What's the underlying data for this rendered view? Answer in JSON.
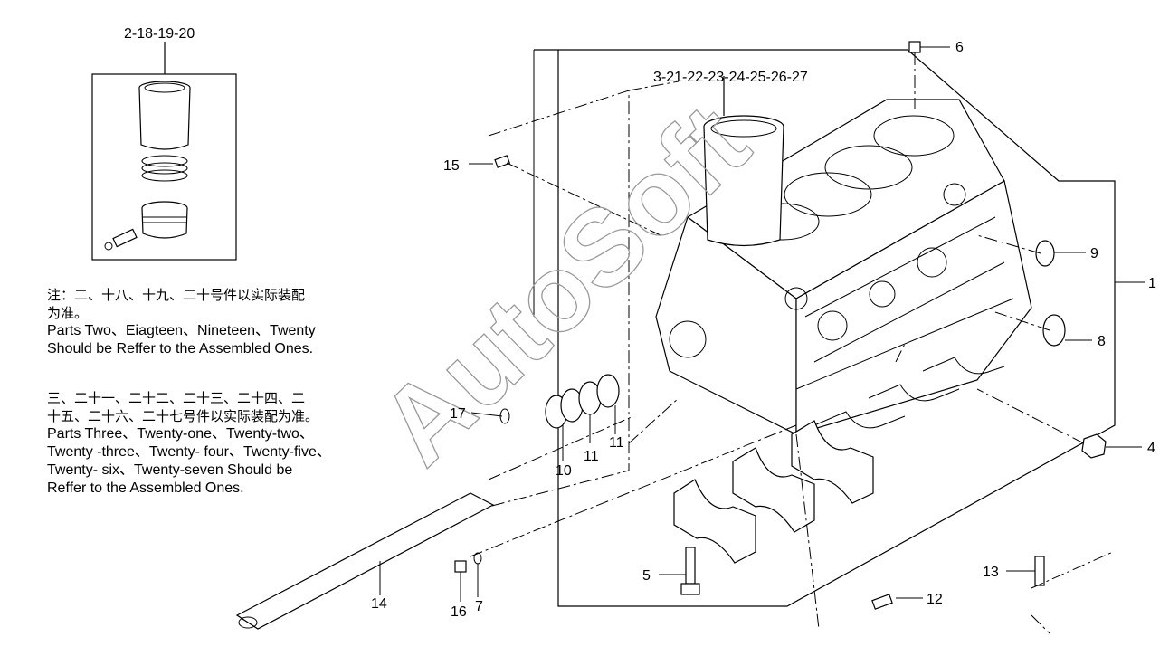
{
  "watermark": "AutoSoft",
  "callouts": {
    "c1": "1",
    "c2_18_19_20": "2-18-19-20",
    "c3_27": "3-21-22-23-24-25-26-27",
    "c4": "4",
    "c5": "5",
    "c6": "6",
    "c7": "7",
    "c8": "8",
    "c9": "9",
    "c10": "10",
    "c11a": "11",
    "c11b": "11",
    "c12": "12",
    "c13": "13",
    "c14": "14",
    "c15": "15",
    "c16": "16",
    "c17": "17"
  },
  "notes": {
    "note1_zh_line1": "注：二、十八、十九、二十号件以实际装配",
    "note1_zh_line2": "为准。",
    "note1_en_line1": "Parts Two、Eiagteen、Nineteen、Twenty",
    "note1_en_line2": "Should  be Reffer to the Assembled Ones.",
    "note2_zh_line1": "三、二十一、二十二、二十三、二十四、二",
    "note2_zh_line2": "十五、二十六、二十七号件以实际装配为准。",
    "note2_en_line1": "Parts Three、Twenty-one、Twenty-two、",
    "note2_en_line2": "Twenty -three、Twenty- four、Twenty-five、",
    "note2_en_line3": "Twenty- six、Twenty-seven Should  be",
    "note2_en_line4": "Reffer to the Assembled Ones."
  }
}
